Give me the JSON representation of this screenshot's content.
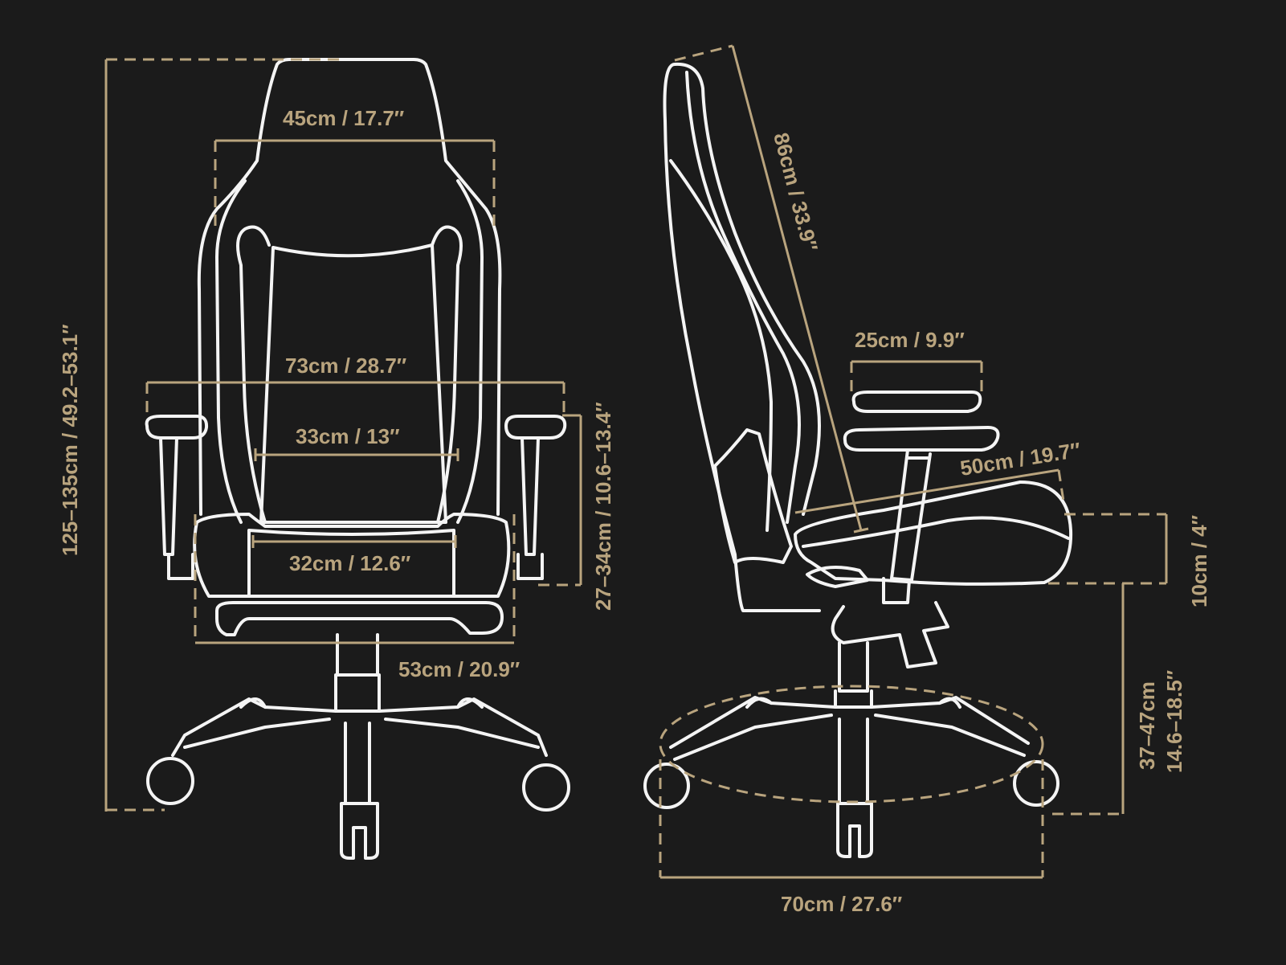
{
  "colors": {
    "background": "#1b1b1b",
    "outline": "#f4f4f4",
    "dimension": "#b9a47e"
  },
  "dimensions": {
    "headrest_width": "45cm / 17.7″",
    "armrest_span": "73cm / 28.7″",
    "backrest_width": "33cm / 13″",
    "seat_width": "32cm / 12.6″",
    "base_width": "53cm / 20.9″",
    "total_height": "125–135cm / 49.2–53.1″",
    "armrest_height": "27–34cm / 10.6–13.4″",
    "backrest_height": "86cm / 33.9″",
    "armpad_length": "25cm / 9.9″",
    "seat_depth": "50cm / 19.7″",
    "seat_thickness": "10cm / 4″",
    "seat_height_cm": "37–47cm",
    "seat_height_in": "14.6–18.5″",
    "base_diameter": "70cm / 27.6″"
  }
}
